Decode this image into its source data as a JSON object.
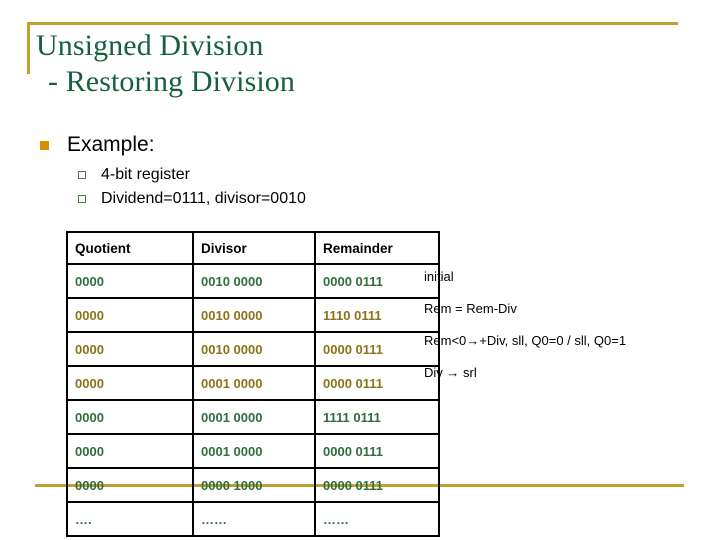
{
  "slide": {
    "title_line_1": "Unsigned Division",
    "title_line_2": "- Restoring Division",
    "title_color": "#16603f",
    "accent_rule_color": "#bfa12e"
  },
  "bullets": {
    "level1": {
      "marker": "filled-square-bullet",
      "marker_color": "#d79100",
      "label": "Example:"
    },
    "level2": [
      {
        "marker": "hollow-square-bullet",
        "marker_color": "#4a7a46",
        "label": "4-bit register"
      },
      {
        "marker": "hollow-square-bullet",
        "marker_color": "#4a7a46",
        "label": "Dividend=0111, divisor=0010"
      }
    ]
  },
  "table": {
    "headers": [
      "Quotient",
      "Divisor",
      "Remainder"
    ],
    "header_color": "#000000",
    "row_colors": {
      "green": "#2f6e3d",
      "olive": "#8c7319"
    },
    "rows": [
      {
        "quotient": "0000",
        "divisor": "0010 0000",
        "remainder": "0000 0111",
        "color": "green"
      },
      {
        "quotient": "0000",
        "divisor": "0010 0000",
        "remainder": "1110 0111",
        "color": "olive"
      },
      {
        "quotient": "0000",
        "divisor": "0010 0000",
        "remainder": "0000 0111",
        "color": "olive"
      },
      {
        "quotient": "0000",
        "divisor": "0001 0000",
        "remainder": "0000 0111",
        "color": "olive"
      },
      {
        "quotient": "0000",
        "divisor": "0001 0000",
        "remainder": "1111 0111",
        "color": "green"
      },
      {
        "quotient": "0000",
        "divisor": "0001 0000",
        "remainder": "0000 0111",
        "color": "green"
      },
      {
        "quotient": "0000",
        "divisor": "0000 1000",
        "remainder": "0000 0111",
        "color": "green"
      },
      {
        "quotient": "….",
        "divisor": "……",
        "remainder": "……",
        "color": "green"
      }
    ]
  },
  "annotations": [
    "initial",
    "Rem = Rem-Div",
    "Rem<0→+Div, sll, Q0=0 / sll, Q0=1",
    "Div → srl"
  ]
}
